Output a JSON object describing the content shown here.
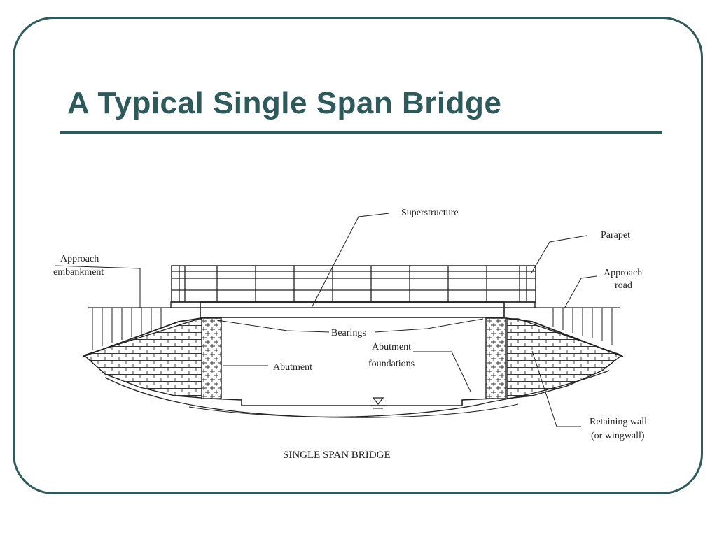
{
  "slide": {
    "title": "A Typical Single Span Bridge",
    "accent_color": "#2e5a5c"
  },
  "diagram": {
    "labels": {
      "superstructure": "Superstructure",
      "parapet": "Parapet",
      "approach_embankment_1": "Approach",
      "approach_embankment_2": "embankment",
      "approach_road_1": "Approach",
      "approach_road_2": "road",
      "bearings": "Bearings",
      "abutment_foundations_1": "Abutment",
      "abutment_foundations_2": "foundations",
      "abutment": "Abutment",
      "retaining_wall_1": "Retaining wall",
      "retaining_wall_2": "(or wingwall)"
    },
    "caption": "SINGLE SPAN BRIDGE"
  }
}
